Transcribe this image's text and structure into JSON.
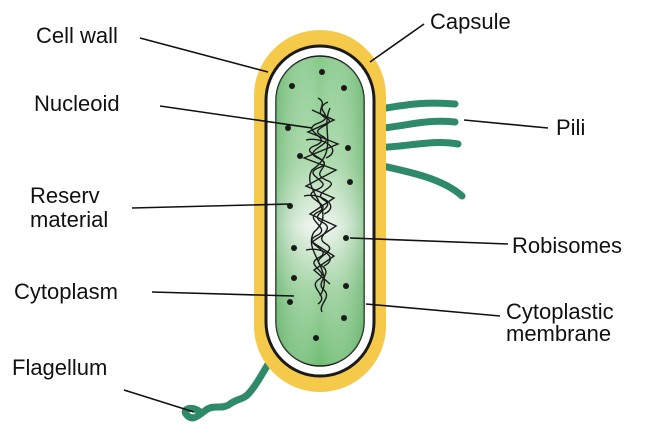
{
  "labels": {
    "cell_wall": "Cell wall",
    "capsule": "Capsule",
    "nucleoid": "Nucleoid",
    "pili": "Pili",
    "reserv_line1": "Reserv",
    "reserv_line2": "material",
    "robisomes": "Robisomes",
    "cytoplasm": "Cytoplasm",
    "cytoplastic_line1": "Cytoplastic",
    "cytoplastic_line2": "membrane",
    "flagellum": "Flagellum"
  },
  "colors": {
    "capsule": "#f5c94a",
    "cell_wall": "#1a1a1a",
    "membrane": "#ffffff",
    "cytoplasm": "#7cc47f",
    "cytoplasm_light": "#e8f2e8",
    "appendage": "#2e8a68",
    "ink": "#111111"
  }
}
